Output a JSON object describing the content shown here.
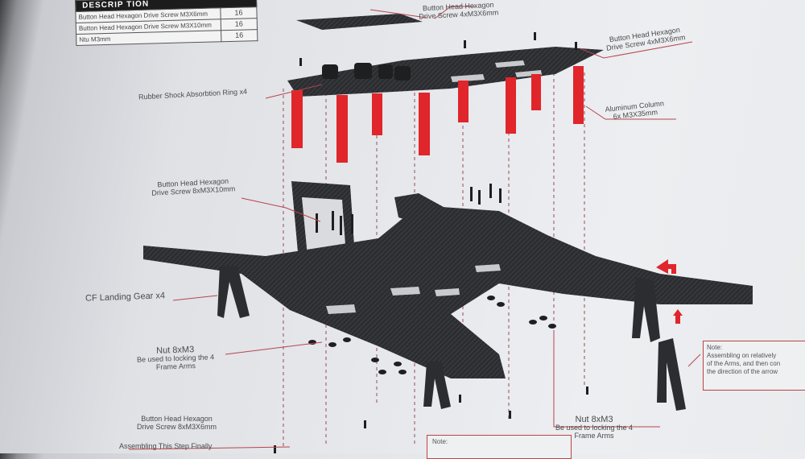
{
  "table": {
    "header": "DESCRIP TION",
    "rows": [
      {
        "name": "Button Head Hexagon Drive Screw M3X6mm",
        "qty": "16"
      },
      {
        "name": "Button Head Hexagon Drive Screw M3X10mm",
        "qty": "16"
      },
      {
        "name": "Ntu M3mm",
        "qty": "16"
      }
    ]
  },
  "labels": {
    "top_screw_a": "Button Head Hexagon",
    "top_screw_b": "Drive Screw 4xM3X6mm",
    "right_screw_a": "Button Head Hexagon",
    "right_screw_b": "Drive Screw 4xM3X6mm",
    "rubber": "Rubber Shock Absorbtion Ring x4",
    "column_a": "Aluminum Column",
    "column_b": "6x M3X35mm",
    "mid_screw_a": "Button Head Hexagon",
    "mid_screw_b": "Drive Screw 8xM3X10mm",
    "landing_gear": "CF Landing Gear x4",
    "nut_left_title": "Nut 8xM3",
    "nut_left_desc_a": "Be used to locking the 4",
    "nut_left_desc_b": "Frame Arms",
    "bottom_screw_a": "Button Head Hexagon",
    "bottom_screw_b": "Drive Screw 8xM3X6mm",
    "assembling_finally": "Assembling This Step Finally",
    "nut_right_title": "Nut 8xM3",
    "nut_right_desc_a": "Be used to locking the 4",
    "nut_right_desc_b": "Frame Arms",
    "note_title": "Note:",
    "note_line1": "Assembling on relatively",
    "note_line2": "of the Arms, and then con",
    "note_line3": "the direction of the arrow",
    "note2_title": "Note:"
  },
  "colors": {
    "carbon": "#2b2d30",
    "column": "#e0252b",
    "leader": "#b8454a",
    "paper": "#e6e8ec"
  }
}
